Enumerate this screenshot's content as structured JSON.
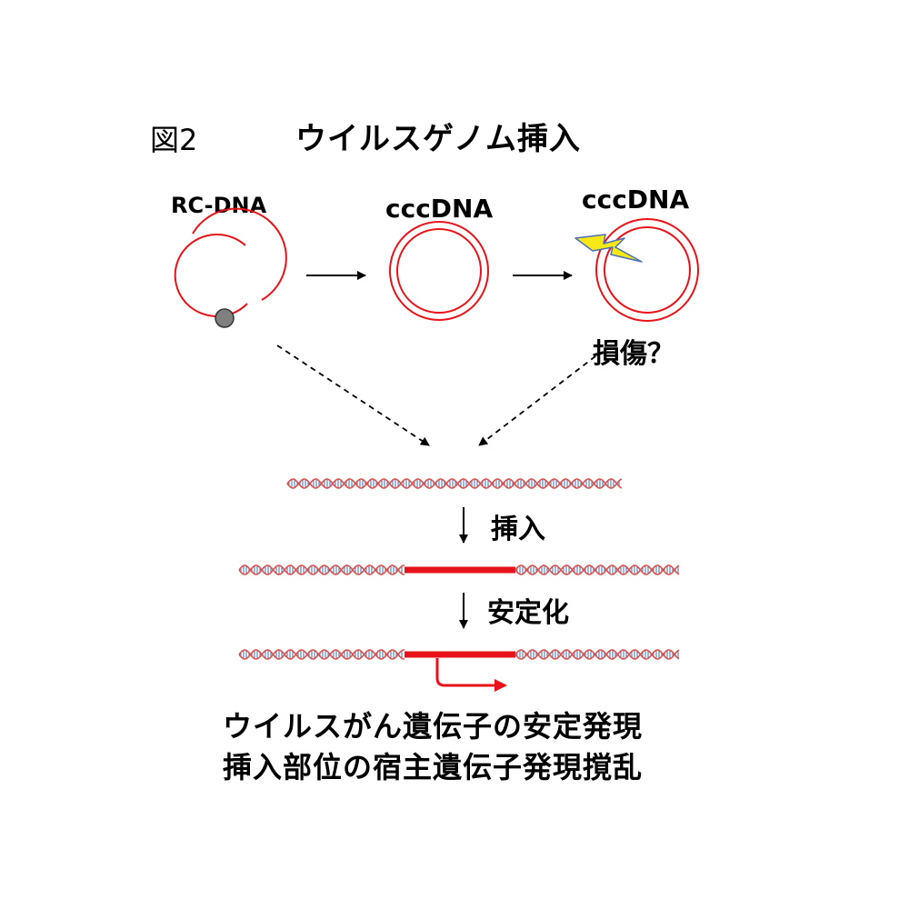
{
  "figure_label": "図2",
  "title": "ウイルスゲノム挿入",
  "stages": {
    "rc_dna": "RC-DNA",
    "ccc_dna": "cccDNA",
    "ccc_dna_damaged": "cccDNA"
  },
  "damage_label": "損傷？",
  "steps": {
    "insertion": "挿入",
    "stabilization": "安定化"
  },
  "outcomes": [
    "ウイルスがん遺伝子の安定発現",
    "挿入部位の宿主遺伝子発現撹乱"
  ],
  "colors": {
    "viral_dna": "#e8131a",
    "helix_strand": "#d9534f",
    "helix_rung": "#3d6fb6",
    "protein_dot": "#808080",
    "lightning_fill": "#f7e816",
    "lightning_stroke": "#4a6fb8"
  }
}
